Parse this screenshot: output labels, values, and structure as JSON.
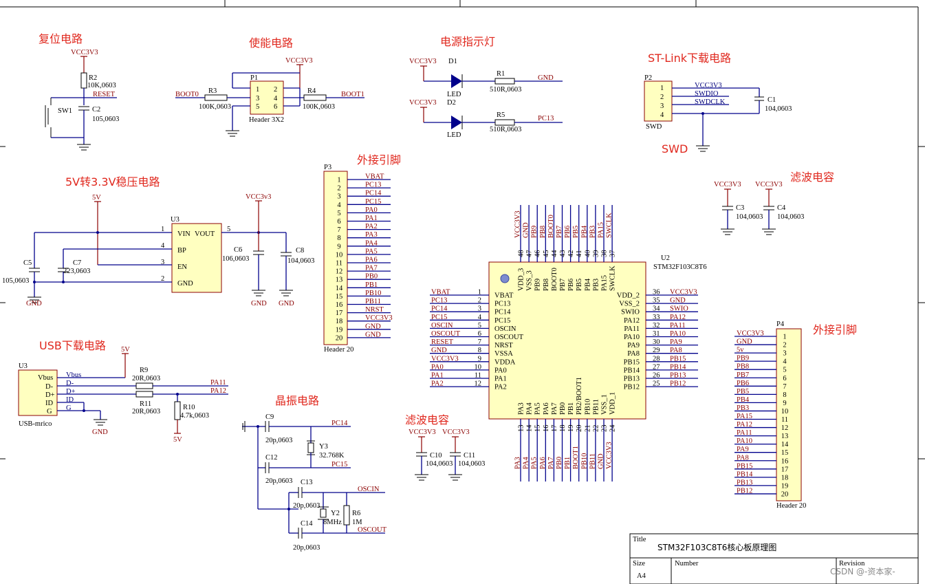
{
  "sections": {
    "reset": "复位电路",
    "enable": "使能电路",
    "power_led": "电源指示灯",
    "stlink": "ST-Link下载电路",
    "swd": "SWD",
    "ext_pins_1": "外接引脚",
    "filter_cap_1": "滤波电容",
    "regulator": "5V转3.3V稳压电路",
    "usb": "USB下载电路",
    "crystal": "晶振电路",
    "filter_cap_2": "滤波电容",
    "ext_pins_2": "外接引脚"
  },
  "reset_circuit": {
    "vcc": "VCC3V3",
    "r_ref": "R2",
    "r_val": "10K,0603",
    "net": "RESET",
    "sw": "SW1",
    "c_ref": "C2",
    "c_val": "105,0603"
  },
  "enable_circuit": {
    "vcc": "VCC3V3",
    "p1": "P1",
    "header": "Header 3X2",
    "pins": [
      "1",
      "2",
      "3",
      "4",
      "5",
      "6"
    ],
    "boot0": "BOOT0",
    "boot1": "BOOT1",
    "r3": "R3",
    "r3_val": "100K,0603",
    "r4": "R4",
    "r4_val": "100K,0603"
  },
  "led_circuit": {
    "d1": {
      "vcc": "VCC3V3",
      "ref": "D1",
      "type": "LED",
      "r_ref": "R1",
      "r_val": "510R,0603",
      "net": "GND"
    },
    "d2": {
      "vcc": "VCC3V3",
      "ref": "D2",
      "type": "LED",
      "r_ref": "R5",
      "r_val": "510R,0603",
      "net": "PC13"
    }
  },
  "stlink_circuit": {
    "ref": "P2",
    "pins": [
      "1",
      "2",
      "3",
      "4"
    ],
    "nets": [
      "VCC3V3",
      "SWDIO",
      "SWDCLK"
    ],
    "label": "SWD",
    "c_ref": "C1",
    "c_val": "104,0603"
  },
  "filter_1": {
    "c3": "C3",
    "c3_val": "104,0603",
    "c4": "C4",
    "c4_val": "104,0603",
    "vcc": "VCC3V3"
  },
  "regulator_circuit": {
    "in": "5V",
    "out": "VCC3v3",
    "u": "U3",
    "pin_names": [
      "VIN",
      "VOUT",
      "BP",
      "EN",
      "GND"
    ],
    "pin_nums": [
      "1",
      "5",
      "4",
      "3",
      "2"
    ],
    "c5": "C5",
    "c5_val": "105,0603",
    "c7": "C7",
    "c7_val": "223,0603",
    "c6": "C6",
    "c6_val": "106,0603",
    "c8": "C8",
    "c8_val": "104,0603",
    "gnd": "GND"
  },
  "usb_circuit": {
    "u": "U3",
    "part": "USB-mrico",
    "pins": [
      "Vbus",
      "D-",
      "D+",
      "ID",
      "G"
    ],
    "nets": [
      "Vbus",
      "D-",
      "D+",
      "ID",
      "G"
    ],
    "vin": "5V",
    "r9": "R9",
    "r9_val": "20R,0603",
    "r11": "R11",
    "r11_val": "20R,0603",
    "r10": "R10",
    "r10_val": "4.7k,0603",
    "pa11": "PA11",
    "pa12": "PA12",
    "gnd": "GND",
    "v5": "5V"
  },
  "crystal_circuit": {
    "c9": "C9",
    "c9_val": "20p,0603",
    "c12": "C12",
    "c12_val": "20p,0603",
    "y3": "Y3",
    "y3_val": "32.768K",
    "pc14": "PC14",
    "pc15": "PC15",
    "c13": "C13",
    "c13_val": "20p,0603",
    "c14": "C14",
    "c14_val": "20p,0603",
    "y2": "Y2",
    "y2_val": "8MHz",
    "r6": "R6",
    "r6_val": "1M",
    "oscin": "OSCIN",
    "oscout": "OSCOUT"
  },
  "filter_2": {
    "c10": "C10",
    "c10_val": "104,0603",
    "c11": "C11",
    "c11_val": "104,0603",
    "vcc": "VCC3V3"
  },
  "header_p3": {
    "ref": "P3",
    "part": "Header 20",
    "nets": [
      "VBAT",
      "PC13",
      "PC14",
      "PC15",
      "PA0",
      "PA1",
      "PA2",
      "PA3",
      "PA4",
      "PA5",
      "PA6",
      "PA7",
      "PB0",
      "PB1",
      "PB10",
      "PB11",
      "NRST",
      "VCC3V3",
      "GND",
      "GND"
    ]
  },
  "header_p4": {
    "ref": "P4",
    "part": "Header 20",
    "nets": [
      "VCC3V3",
      "GND",
      "5v",
      "PB9",
      "PB8",
      "PB7",
      "PB6",
      "PB5",
      "PB4",
      "PB3",
      "PA15",
      "PA12",
      "PA11",
      "PA10",
      "PA9",
      "PA8",
      "PB15",
      "PB14",
      "PB13",
      "PB12"
    ]
  },
  "mcu": {
    "ref": "U2",
    "part": "STM32F103C8T6",
    "left": {
      "nums": [
        "1",
        "2",
        "3",
        "4",
        "5",
        "6",
        "7",
        "8",
        "9",
        "10",
        "11",
        "12"
      ],
      "names": [
        "VBAT",
        "PC13",
        "PC14",
        "PC15",
        "OSCIN",
        "OSCOUT",
        "NRST",
        "VSSA",
        "VDDA",
        "PA0",
        "PA1",
        "PA2"
      ],
      "nets": [
        "VBAT",
        "PC13",
        "PC14",
        "PC15",
        "OSCIN",
        "OSCOUT",
        "RESET",
        "GND",
        "VCC3V3",
        "PA0",
        "PA1",
        "PA2"
      ]
    },
    "right": {
      "nums": [
        "36",
        "35",
        "34",
        "33",
        "32",
        "31",
        "30",
        "29",
        "28",
        "27",
        "26",
        "25"
      ],
      "names": [
        "VDD_2",
        "VSS_2",
        "SWIO",
        "PA12",
        "PA11",
        "PA10",
        "PA9",
        "PA8",
        "PB15",
        "PB14",
        "PB13",
        "PB12"
      ],
      "nets": [
        "VCC3V3",
        "GND",
        "SWIO",
        "PA12",
        "PA11",
        "PA10",
        "PA9",
        "PA8",
        "PB15",
        "PB14",
        "PB13",
        "PB12"
      ]
    },
    "top": {
      "nums": [
        "48",
        "47",
        "46",
        "45",
        "44",
        "43",
        "42",
        "41",
        "40",
        "39",
        "38",
        "37"
      ],
      "names": [
        "VDD_3",
        "VSS_3",
        "PB9",
        "PB8",
        "BOOT0",
        "PB7",
        "PB6",
        "PB5",
        "PB4",
        "PB3",
        "PA15",
        "SWCLK"
      ],
      "nets": [
        "VCC3V3",
        "GND",
        "PB9",
        "PB8",
        "BOOT0",
        "PB7",
        "PB6",
        "PB5",
        "PB4",
        "PB3",
        "PA15",
        "SWCLK"
      ]
    },
    "bottom": {
      "nums": [
        "13",
        "14",
        "15",
        "16",
        "17",
        "18",
        "19",
        "20",
        "21",
        "22",
        "23",
        "24"
      ],
      "names": [
        "PA3",
        "PA4",
        "PA5",
        "PA6",
        "PA7",
        "PB0",
        "PB1",
        "PB2/BOOT1",
        "PB10",
        "PB11",
        "VSS_1",
        "VDD_1"
      ],
      "nets": [
        "PA3",
        "PA4",
        "PA5",
        "PA6",
        "PA7",
        "PB0",
        "PB1",
        "BOOT1",
        "PB10",
        "PB11",
        "GND",
        "VCC3V3"
      ]
    }
  },
  "title_block": {
    "title_label": "Title",
    "title": "STM32F103C8T6核心板原理图",
    "size_label": "Size",
    "size": "A4",
    "number_label": "Number",
    "revision_label": "Revision"
  },
  "watermark": "CSDN @-资本家-"
}
